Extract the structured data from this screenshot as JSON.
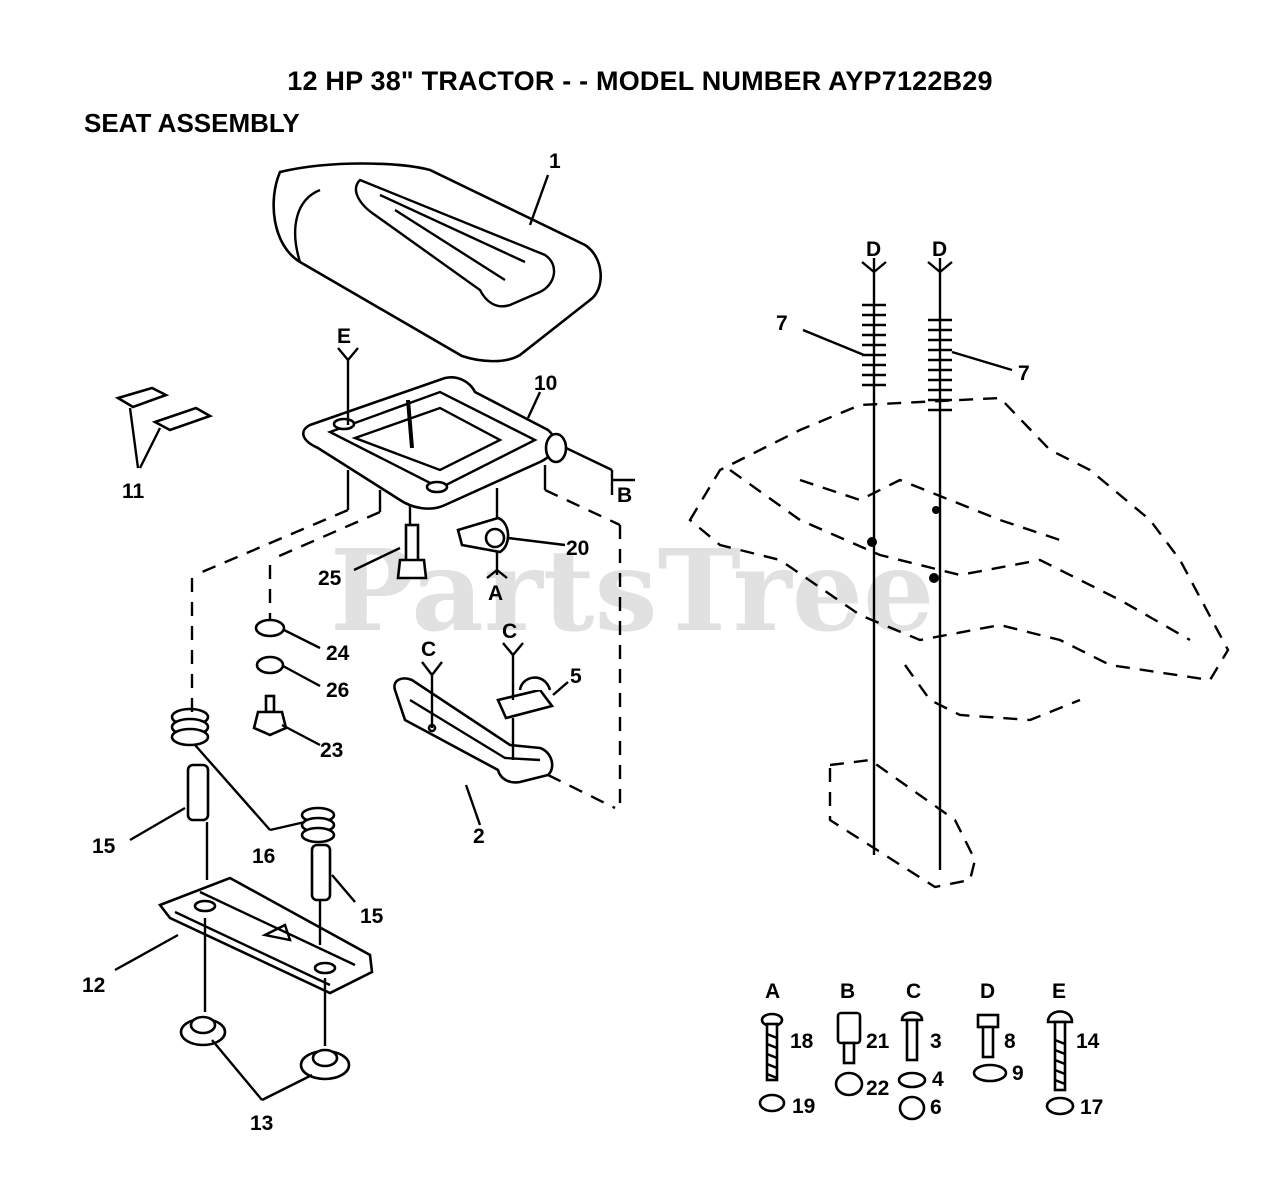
{
  "header": {
    "title": "12 HP 38\" TRACTOR - - MODEL NUMBER AYP7122B29",
    "subtitle": "SEAT ASSEMBLY"
  },
  "watermark": "PartsTree",
  "callouts": {
    "p1": "1",
    "p2": "2",
    "p5": "5",
    "p7a": "7",
    "p7b": "7",
    "p10": "10",
    "p11": "11",
    "p12": "12",
    "p13": "13",
    "p15a": "15",
    "p15b": "15",
    "p16": "16",
    "p20": "20",
    "p23": "23",
    "p24": "24",
    "p25": "25",
    "p26": "26"
  },
  "refs": {
    "e": "E",
    "b": "B",
    "a": "A",
    "c1": "C",
    "c2": "C",
    "d1": "D",
    "d2": "D"
  },
  "hardware_legend": [
    {
      "letter": "A",
      "parts": [
        "18",
        "19"
      ]
    },
    {
      "letter": "B",
      "parts": [
        "21",
        "22"
      ]
    },
    {
      "letter": "C",
      "parts": [
        "3",
        "4",
        "6"
      ]
    },
    {
      "letter": "D",
      "parts": [
        "8",
        "9"
      ]
    },
    {
      "letter": "E",
      "parts": [
        "14",
        "17"
      ]
    }
  ]
}
